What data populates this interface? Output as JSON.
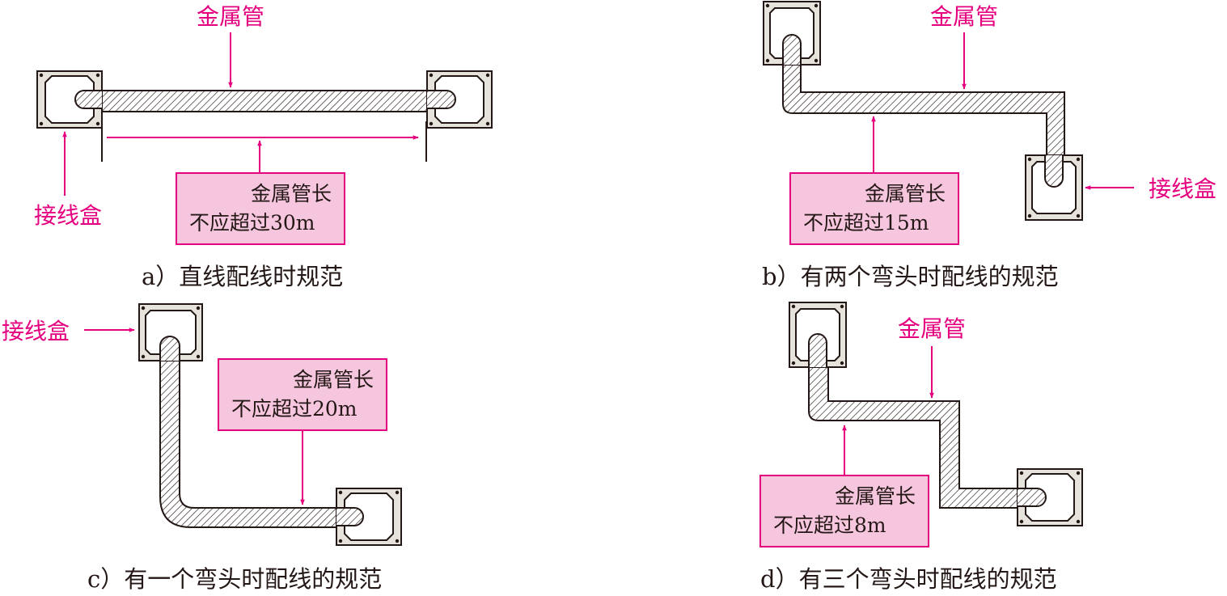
{
  "colors": {
    "accent": "#e4007f",
    "note_fill": "#f6c6de",
    "box_fill": "#e6e3dc",
    "pipe_hatch": "#231815",
    "ink": "#231815"
  },
  "panel_a": {
    "pipe_label": "金属管",
    "box_label": "接线盒",
    "note_line1": "金属管长",
    "note_line2": "不应超过30m",
    "caption": "a）直线配线时规范"
  },
  "panel_b": {
    "pipe_label": "金属管",
    "box_label": "接线盒",
    "note_line1": "金属管长",
    "note_line2": "不应超过15m",
    "caption": "b）有两个弯头时配线的规范"
  },
  "panel_c": {
    "box_label": "接线盒",
    "note_line1": "金属管长",
    "note_line2": "不应超过20m",
    "caption": "c）有一个弯头时配线的规范"
  },
  "panel_d": {
    "pipe_label": "金属管",
    "note_line1": "金属管长",
    "note_line2": "不应超过8m",
    "caption": "d）有三个弯头时配线的规范"
  }
}
